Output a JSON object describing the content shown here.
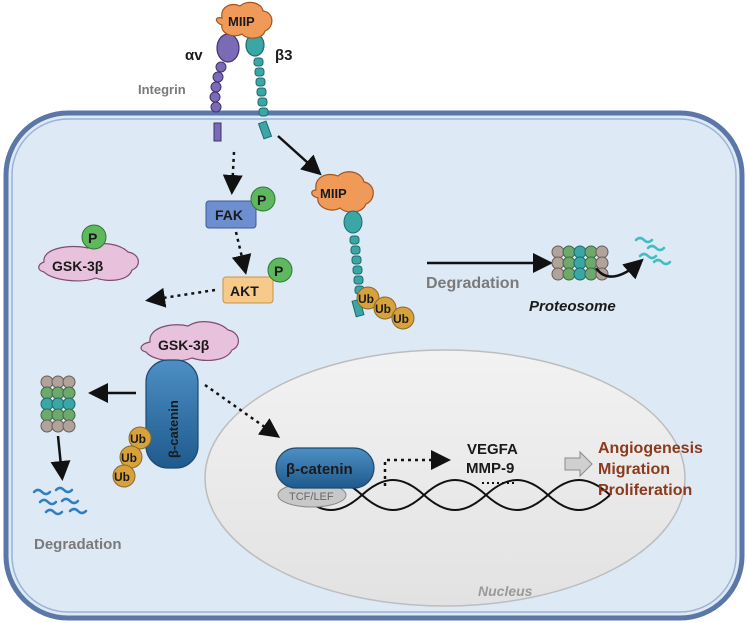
{
  "integrin": {
    "name": "Integrin",
    "alpha": "αv",
    "beta": "β3",
    "miip": "MIIP"
  },
  "signaling": {
    "fak": "FAK",
    "akt": "AKT",
    "phospho": "P",
    "gsk_phospho": "GSK-3β",
    "gsk_complex": "GSK-3β",
    "beta_catenin": "β-catenin"
  },
  "degradation": {
    "miip_internal": "MIIP",
    "ub": "Ub",
    "label_right": "Degradation",
    "proteosome": "Proteosome",
    "label_left": "Degradation"
  },
  "nucleus": {
    "label": "Nucleus",
    "beta_catenin": "β-catenin",
    "tcf": "TCF/LEF",
    "target_1": "VEGFA",
    "target_2": "MMP-9"
  },
  "outcomes": [
    "Angiogenesis",
    "Migration",
    "Proliferation"
  ],
  "colors": {
    "cell_fill": "#dde9f5",
    "cell_stroke": "#5a77a8",
    "miip": "#f09a5a",
    "alpha_chain": "#7b6ab5",
    "beta_chain": "#3aa6a6",
    "fak": "#6d8fcf",
    "akt": "#f7c98a",
    "phospho": "#5fb85f",
    "gsk": "#e8c1dc",
    "catenin": "#2f6ea3",
    "ub": "#d7a13c",
    "outcome_text": "#8b3a1e"
  }
}
